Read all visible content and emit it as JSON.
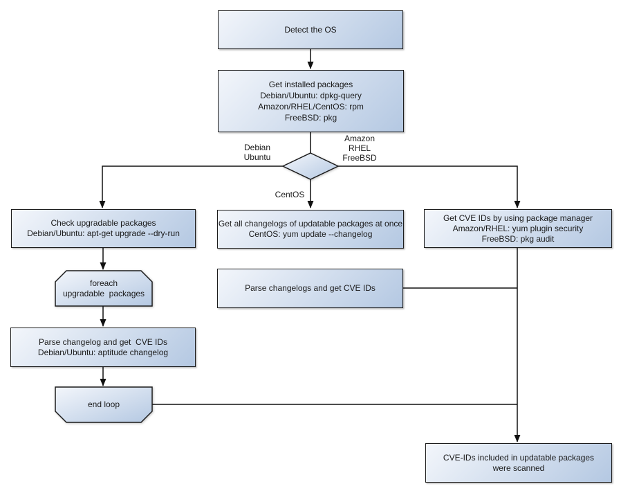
{
  "colors": {
    "node_fill_light": "#f3f6fb",
    "node_fill_dark": "#b4c8e2",
    "node_border": "#1c1c1c",
    "connector": "#111111",
    "text": "#1a1a1a",
    "background": "#ffffff"
  },
  "nodes": {
    "detect_os": {
      "lines": [
        "Detect the OS"
      ]
    },
    "get_installed_packages": {
      "lines": [
        "Get installed packages",
        "Debian/Ubuntu: dpkg-query",
        "Amazon/RHEL/CentOS: rpm",
        "FreeBSD: pkg"
      ]
    },
    "check_upgradable_packages": {
      "lines": [
        "Check upgradable packages",
        "Debian/Ubuntu: apt-get upgrade --dry-run"
      ]
    },
    "foreach_loop": {
      "lines": [
        "foreach",
        "upgradable  packages"
      ]
    },
    "parse_changelog": {
      "lines": [
        "Parse changelog and get  CVE IDs",
        "Debian/Ubuntu: aptitude changelog"
      ]
    },
    "end_loop": {
      "lines": [
        "end loop"
      ]
    },
    "get_all_changelogs": {
      "lines": [
        "Get all changelogs of updatable packages at once",
        "CentOS: yum update --changelog"
      ]
    },
    "parse_changelogs": {
      "lines": [
        "Parse changelogs and get CVE IDs"
      ]
    },
    "get_cve_ids_package_manager": {
      "lines": [
        "Get CVE IDs by using package manager",
        "Amazon/RHEL: yum plugin security",
        "FreeBSD: pkg audit"
      ]
    },
    "scan_result": {
      "lines": [
        "CVE-IDs included in updatable packages",
        "were scanned"
      ]
    }
  },
  "branch_labels": {
    "left": [
      "Debian",
      "Ubuntu"
    ],
    "right": [
      "Amazon",
      "RHEL",
      "FreeBSD"
    ],
    "down": "CentOS"
  }
}
